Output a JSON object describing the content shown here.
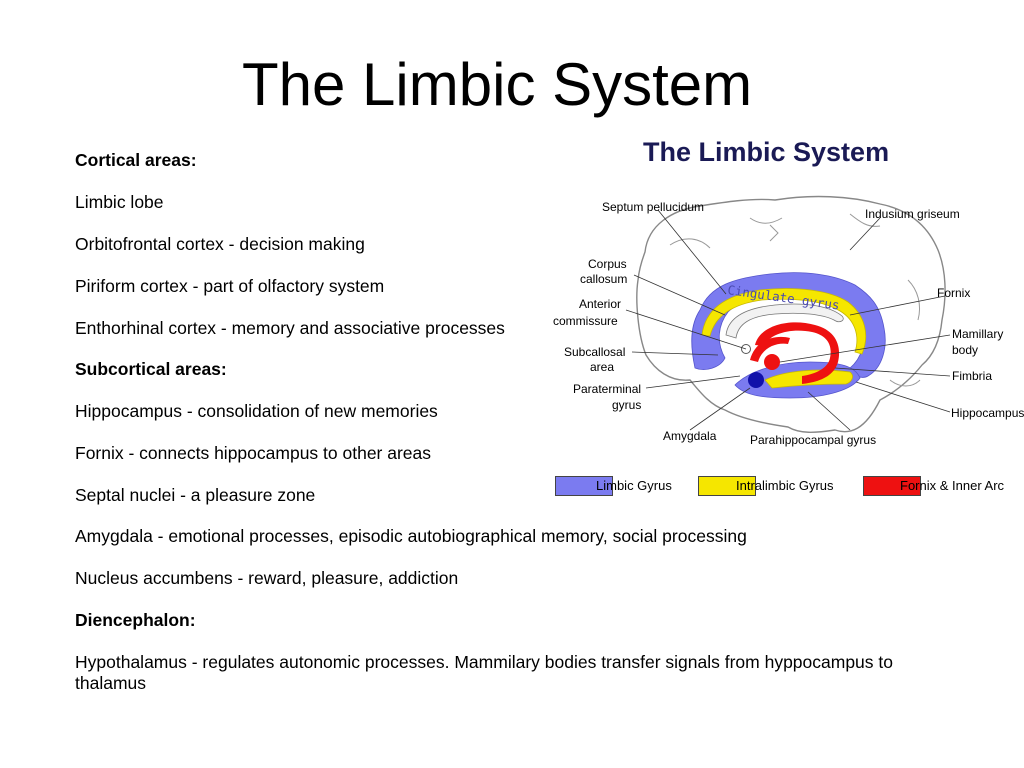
{
  "slide": {
    "title": "The Limbic System",
    "items": [
      {
        "text": "Cortical areas:",
        "style": "heading"
      },
      {
        "text": "Limbic lobe",
        "style": "item"
      },
      {
        "text": "Orbitofrontal cortex - decision making",
        "style": "item"
      },
      {
        "text": "Piriform cortex - part of olfactory system",
        "style": "item"
      },
      {
        "text": "Enthorhinal cortex - memory and associative processes",
        "style": "item"
      },
      {
        "text": "Subcortical areas:",
        "style": "heading"
      },
      {
        "text": "Hippocampus - consolidation of new memories",
        "style": "item"
      },
      {
        "text": "Fornix - connects hippocampus to other areas",
        "style": "item"
      },
      {
        "text": "Septal nuclei - a pleasure zone",
        "style": "item"
      },
      {
        "text": "Amygdala - emotional processes, episodic autobiographical memory, social processing",
        "style": "item"
      },
      {
        "text": "Nucleus accumbens - reward, pleasure, addiction",
        "style": "item"
      },
      {
        "text": "Diencephalon:",
        "style": "heading"
      },
      {
        "text": "Hypothalamus - regulates autonomic processes. Mammilary bodies transfer signals from hyppocampus to thalamus",
        "style": "item"
      }
    ]
  },
  "figure": {
    "title": "The Limbic System",
    "labels": {
      "septum_pellucidum": "Septum pellucidum",
      "indusium_griseum": "Indusium griseum",
      "corpus_callosum_1": "Corpus",
      "corpus_callosum_2": "callosum",
      "anterior_commissure_1": "Anterior",
      "anterior_commissure_2": "commissure",
      "subcallosal_area_1": "Subcallosal",
      "subcallosal_area_2": "area",
      "paraterminal_gyrus_1": "Paraterminal",
      "paraterminal_gyrus_2": "gyrus",
      "amygdala": "Amygdala",
      "parahippocampal_gyrus": "Parahippocampal gyrus",
      "fornix": "Fornix",
      "mamillary_body_1": "Mamillary",
      "mamillary_body_2": "body",
      "fimbria": "Fimbria",
      "hippocampus": "Hippocampus",
      "cingulate_gyrus": "Cingulate gyrus"
    },
    "legend": [
      {
        "label": "Limbic Gyrus",
        "color": "#7b7bf0"
      },
      {
        "label": "Intralimbic Gyrus",
        "color": "#f5e600"
      },
      {
        "label": "Fornix & Inner Arc",
        "color": "#ee1111"
      }
    ]
  }
}
